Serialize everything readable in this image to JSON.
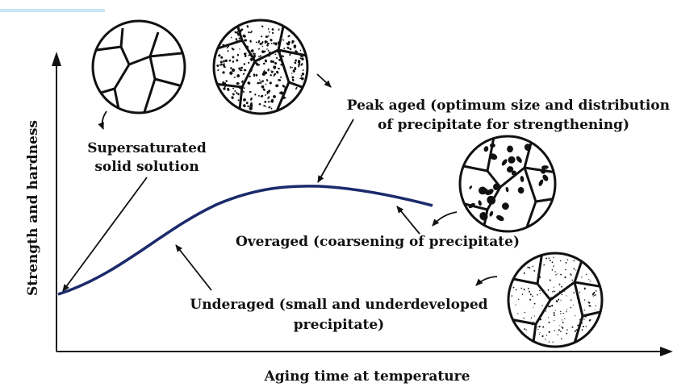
{
  "diagram": {
    "y_axis_label": "Strength and hardness",
    "x_axis_label": "Aging time at temperature",
    "curve_color": "#1b2a6b",
    "ink_color": "#111111",
    "stages": {
      "supersaturated": {
        "line1": "Supersaturated",
        "line2": "solid solution",
        "icon": "grain-structure-no-precipitate"
      },
      "peak_aged": {
        "line1": "Peak aged (optimum size and distribution",
        "line2": "of precipitate for strengthening)",
        "icon": "grain-structure-fine-dense-precipitate"
      },
      "overaged": {
        "line1": "Overaged (coarsening of precipitate)",
        "icon": "grain-structure-coarse-precipitate"
      },
      "underaged": {
        "line1": "Underaged (small and underdeveloped",
        "line2": "precipitate)",
        "icon": "grain-structure-sparse-tiny-precipitate"
      }
    }
  }
}
